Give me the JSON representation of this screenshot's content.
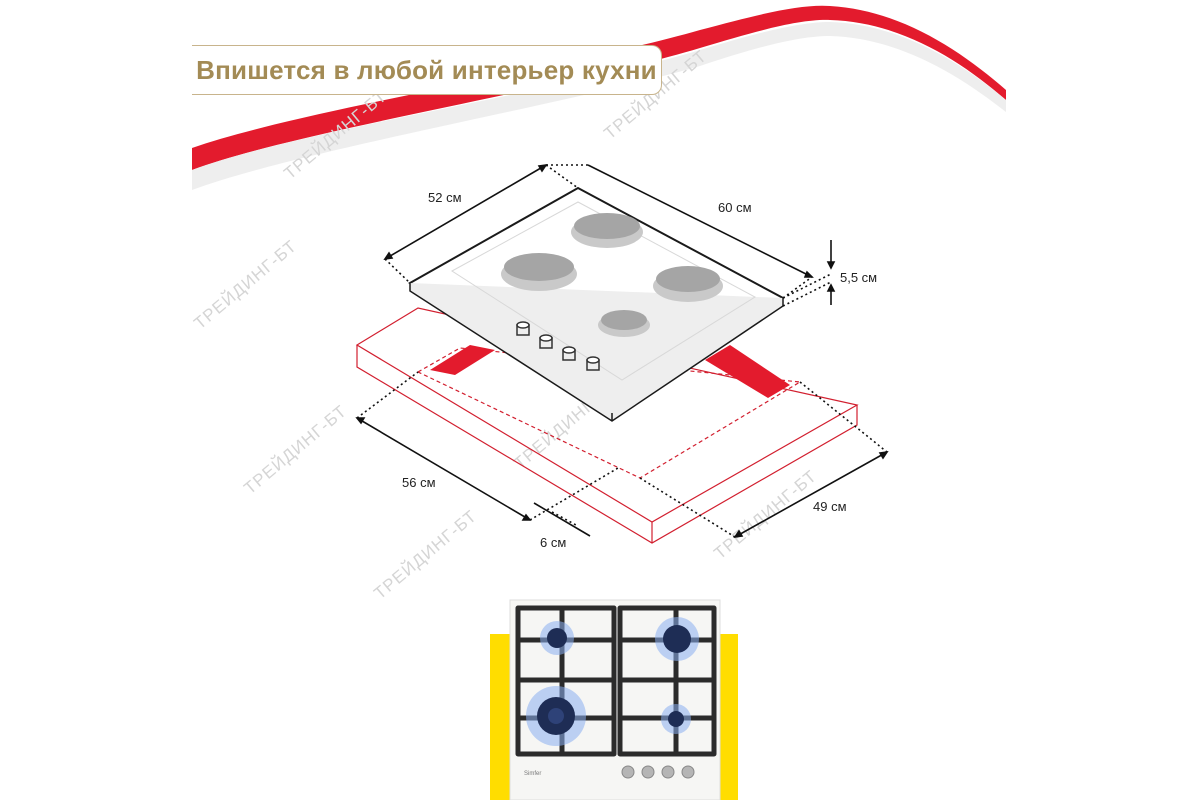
{
  "title": "Впишется в любой интерьер кухни",
  "watermark": "ТРЕЙДИНГ-БТ",
  "brand": "Simfer",
  "colors": {
    "accent_red": "#e31b2d",
    "gold": "#a38b55",
    "yellow": "#ffdd00",
    "grate": "#2b2b2b"
  },
  "dimensions": {
    "depth_hob": "52 см",
    "width_hob": "60 см",
    "height_hob": "5,5 см",
    "cutout_width": "56 см",
    "cutout_depth": "49 см",
    "cutout_margin": "6 см"
  }
}
